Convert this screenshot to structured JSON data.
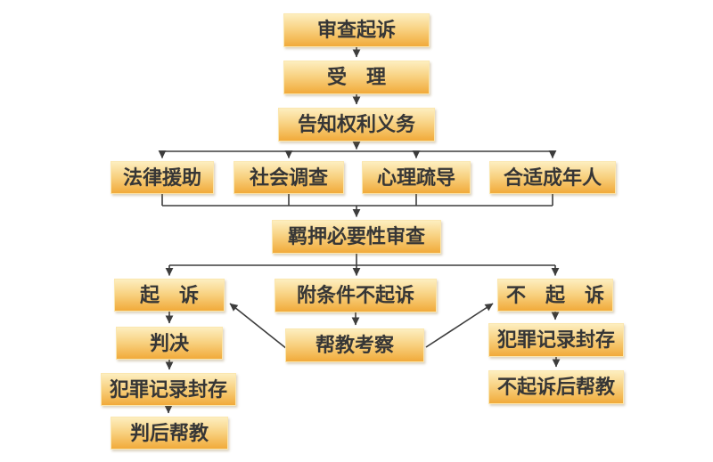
{
  "diagram": {
    "style": {
      "page_bg": "#ffffff",
      "fill_top": "#fdeebf",
      "fill_mid": "#f8d180",
      "fill_bottom": "#f1aa3a",
      "node_border": "#fbe7b0",
      "text_color": "#363636",
      "line_color": "#3d3d3d"
    },
    "nodes": {
      "review_prosecution": "审查起诉",
      "acceptance": "受　理",
      "inform_rights_obligations": "告知权利义务",
      "legal_aid": "法律援助",
      "social_investigation": "社会调查",
      "psychological_counseling": "心理疏导",
      "appropriate_adult": "合适成年人",
      "detention_necessity_review": "羁押必要性审查",
      "prosecution": "起　诉",
      "conditional_non_prosecution": "附条件不起诉",
      "non_prosecution": "不　起　诉",
      "judgment": "判决",
      "assistance_inspection": "帮教考察",
      "record_sealing_left": "犯罪记录封存",
      "post_judgment_assistance": "判后帮教",
      "record_sealing_right": "犯罪记录封存",
      "post_non_prosecution_assistance": "不起诉后帮教"
    },
    "edges": [
      {
        "from": "review_prosecution",
        "to": "acceptance"
      },
      {
        "from": "acceptance",
        "to": "inform_rights_obligations"
      },
      {
        "from": "inform_rights_obligations",
        "to": "legal_aid"
      },
      {
        "from": "inform_rights_obligations",
        "to": "social_investigation"
      },
      {
        "from": "inform_rights_obligations",
        "to": "psychological_counseling"
      },
      {
        "from": "inform_rights_obligations",
        "to": "appropriate_adult"
      },
      {
        "from": "legal_aid",
        "to": "detention_necessity_review"
      },
      {
        "from": "social_investigation",
        "to": "detention_necessity_review"
      },
      {
        "from": "psychological_counseling",
        "to": "detention_necessity_review"
      },
      {
        "from": "appropriate_adult",
        "to": "detention_necessity_review"
      },
      {
        "from": "detention_necessity_review",
        "to": "prosecution"
      },
      {
        "from": "detention_necessity_review",
        "to": "conditional_non_prosecution"
      },
      {
        "from": "detention_necessity_review",
        "to": "non_prosecution"
      },
      {
        "from": "prosecution",
        "to": "judgment"
      },
      {
        "from": "judgment",
        "to": "record_sealing_left"
      },
      {
        "from": "record_sealing_left",
        "to": "post_judgment_assistance"
      },
      {
        "from": "conditional_non_prosecution",
        "to": "assistance_inspection"
      },
      {
        "from": "assistance_inspection",
        "to": "prosecution"
      },
      {
        "from": "assistance_inspection",
        "to": "non_prosecution"
      },
      {
        "from": "non_prosecution",
        "to": "record_sealing_right"
      },
      {
        "from": "record_sealing_right",
        "to": "post_non_prosecution_assistance"
      }
    ]
  }
}
